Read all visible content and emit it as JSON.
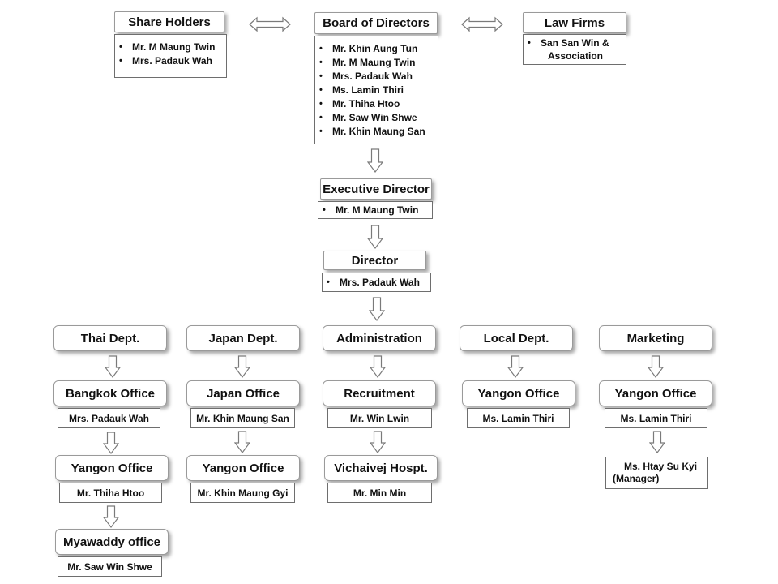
{
  "share_holders": {
    "title": "Share Holders",
    "members": [
      "Mr. M Maung Twin",
      "Mrs. Padauk Wah"
    ]
  },
  "board": {
    "title": "Board of  Directors",
    "members": [
      "Mr. Khin Aung Tun",
      "Mr. M Maung Twin",
      "Mrs. Padauk Wah",
      "Ms. Lamin Thiri",
      "Mr. Thiha Htoo",
      "Mr. Saw Win Shwe",
      "Mr. Khin Maung San"
    ]
  },
  "law_firms": {
    "title": "Law Firms",
    "members": [
      "San San Win &",
      "Association"
    ]
  },
  "executive_director": {
    "title": "Executive Director",
    "name": "Mr. M Maung Twin"
  },
  "director": {
    "title": "Director",
    "name": "Mrs. Padauk Wah"
  },
  "departments": {
    "thai": {
      "title": "Thai Dept.",
      "office1": "Bangkok Office",
      "person1": "Mrs. Padauk Wah",
      "office2": "Yangon Office",
      "person2": "Mr. Thiha Htoo",
      "office3": "Myawaddy office",
      "person3": "Mr. Saw Win Shwe"
    },
    "japan": {
      "title": "Japan Dept.",
      "office1": "Japan Office",
      "person1": "Mr. Khin Maung San",
      "office2": "Yangon Office",
      "person2": "Mr. Khin Maung Gyi"
    },
    "admin": {
      "title": "Administration",
      "office1": "Recruitment",
      "person1": "Mr. Win Lwin",
      "office2": "Vichaivej Hospt.",
      "person2": "Mr. Min Min"
    },
    "local": {
      "title": "Local Dept.",
      "office1": "Yangon Office",
      "person1": "Ms. Lamin Thiri"
    },
    "marketing": {
      "title": "Marketing",
      "office1": "Yangon Office",
      "person1": "Ms. Lamin Thiri",
      "manager_name": "Ms. Htay Su Kyi",
      "manager_role": "(Manager)"
    }
  }
}
